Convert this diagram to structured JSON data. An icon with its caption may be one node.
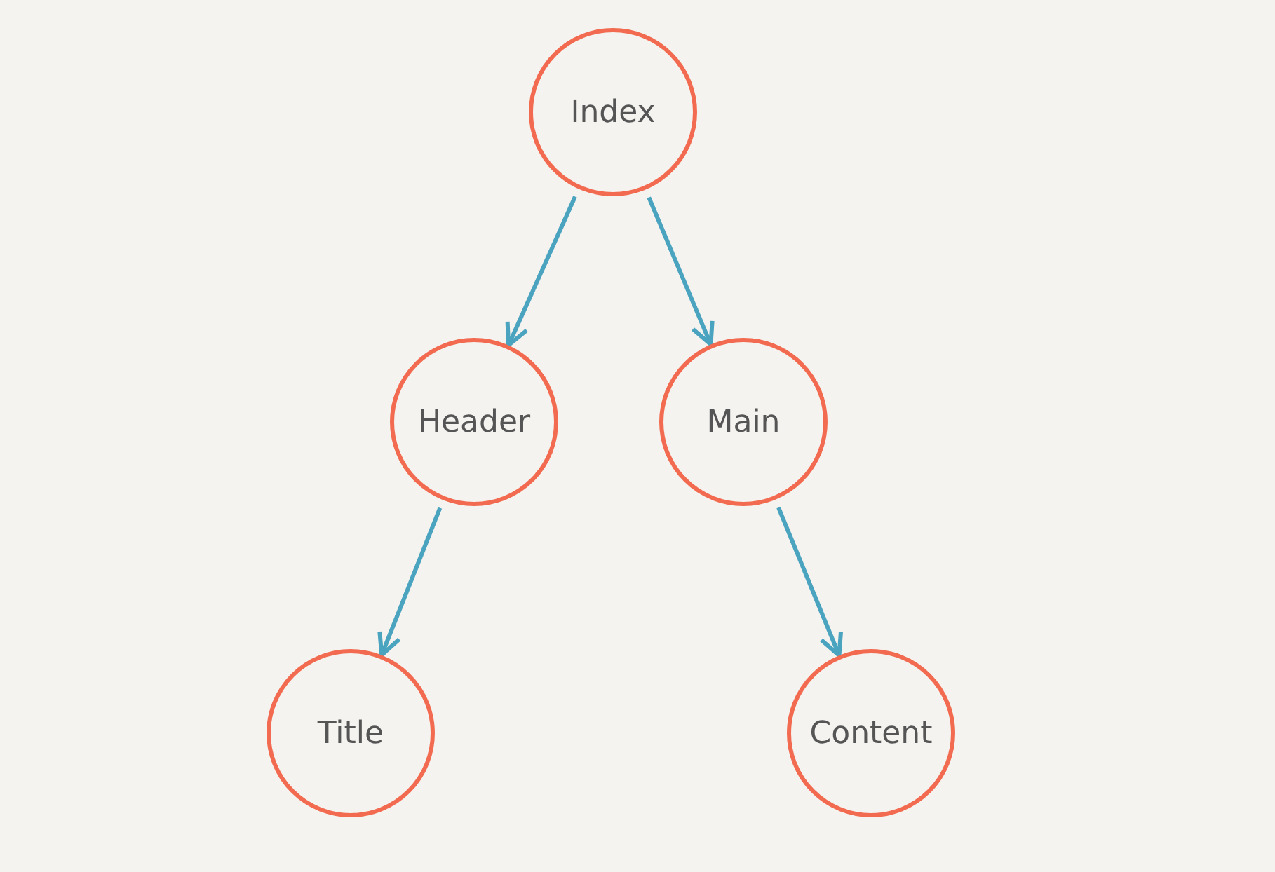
{
  "diagram": {
    "nodes": [
      {
        "text": [
          "Index"
        ]
      },
      {
        "text": [
          "Header"
        ]
      },
      {
        "text": [
          "Main"
        ]
      },
      {
        "text": [
          "Title"
        ]
      },
      {
        "text": [
          "Content"
        ]
      }
    ],
    "edges": [
      {
        "from": 0,
        "to": 1,
        "arrow": "to"
      },
      {
        "from": 0,
        "to": 2,
        "arrow": "to"
      },
      {
        "from": 1,
        "to": 3,
        "arrow": "to"
      },
      {
        "from": 2,
        "to": 4,
        "arrow": "to"
      }
    ]
  }
}
